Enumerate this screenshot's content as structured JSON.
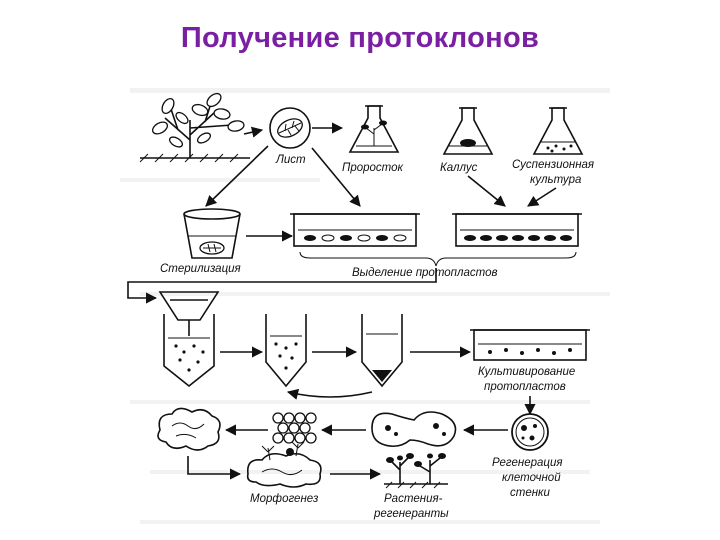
{
  "title": "Получение протоклонов",
  "labels": {
    "leaf": "Лист",
    "sprout": "Проросток",
    "callus": "Каллус",
    "suspension_1": "Суспензионная",
    "suspension_2": "культура",
    "sterilization": "Стерилизация",
    "protoplast_isolation": "Выделение протопластов",
    "cultivation_1": "Культивирование",
    "cultivation_2": "протопластов",
    "regeneration_1": "Регенерация",
    "regeneration_2": "клеточной",
    "regeneration_3": "стенки",
    "morphogenesis": "Морфогенез",
    "regenerants_1": "Растения-",
    "regenerants_2": "регенеранты"
  }
}
